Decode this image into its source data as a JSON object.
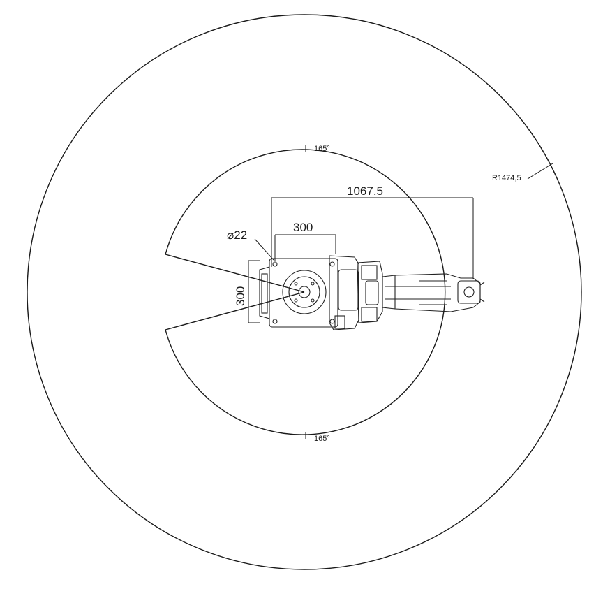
{
  "drawing": {
    "outer_radius_label": "R1474,5",
    "angle_top_label": "165°",
    "angle_bottom_label": "165°",
    "reach_label": "1067.5",
    "base_width_label": "300",
    "base_depth_label": "300",
    "hole_label": "⌀22"
  }
}
